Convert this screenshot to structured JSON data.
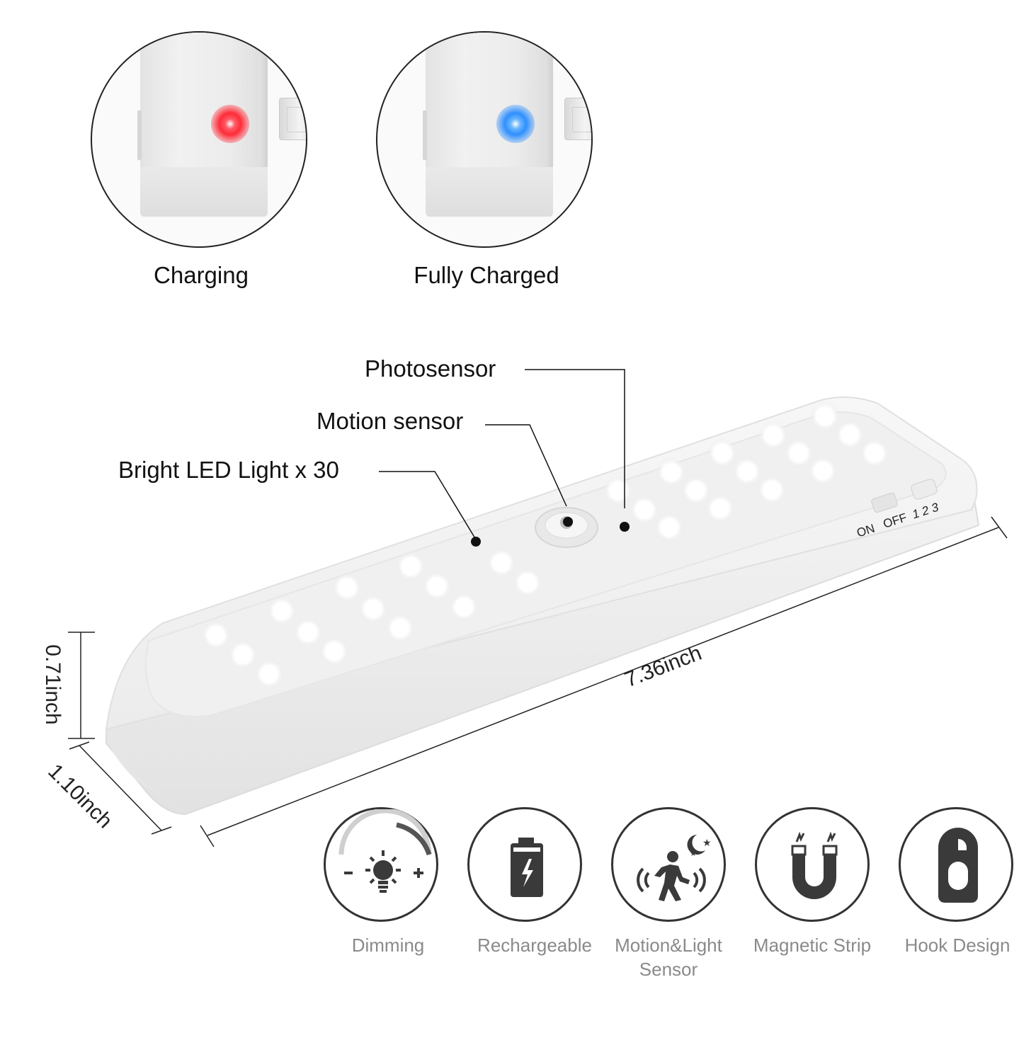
{
  "status_indicators": [
    {
      "label": "Charging",
      "led_color": "#ff2b3a",
      "icon": "red-led-indicator"
    },
    {
      "label": "Fully Charged",
      "led_color": "#2f8fff",
      "icon": "blue-led-indicator"
    }
  ],
  "callouts": {
    "photosensor": "Photosensor",
    "motion_sensor": "Motion sensor",
    "led_light": "Bright LED Light x 30"
  },
  "switch": {
    "on": "ON",
    "off": "OFF",
    "modes": "1 2 3"
  },
  "dimensions": {
    "length": "7.36inch",
    "height": "0.71inch",
    "width": "1.10inch"
  },
  "features": [
    {
      "label": "Dimming",
      "icon": "dimming-icon"
    },
    {
      "label": "Rechargeable",
      "icon": "battery-icon"
    },
    {
      "label": "Motion&Light Sensor",
      "line1": "Motion&Light",
      "line2": "Sensor",
      "icon": "motion-sensor-icon"
    },
    {
      "label": "Magnetic Strip",
      "icon": "magnet-icon"
    },
    {
      "label": "Hook Design",
      "icon": "hook-icon"
    }
  ],
  "colors": {
    "feature_label": "#8a8a8a",
    "icon_dark": "#3a3a3a"
  }
}
